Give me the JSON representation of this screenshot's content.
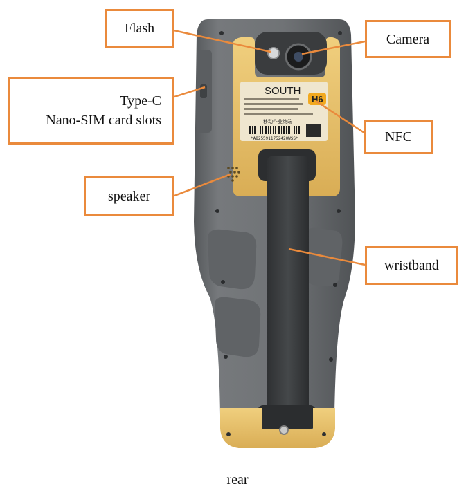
{
  "labels": {
    "flash": "Flash",
    "camera": "Camera",
    "type_c": "Type-C",
    "nano_sim": "Nano-SIM card slots",
    "nfc": "NFC",
    "speaker": "speaker",
    "wristband": "wristband"
  },
  "device": {
    "brand": "SOUTH",
    "model": "H6",
    "serial": "*A8255911752420WSS*",
    "sticker_label": "移动作业终端"
  },
  "caption": "rear",
  "colors": {
    "callout_border": "#ea8a3c",
    "body_gray": "#6e7073",
    "panel_yellow": "#e2bc6a"
  }
}
